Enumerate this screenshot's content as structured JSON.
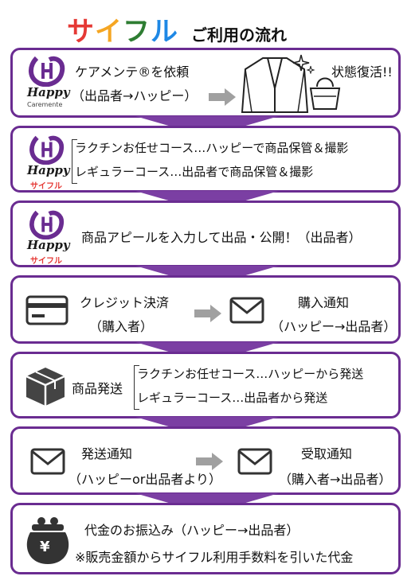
{
  "title": {
    "brand_chars": [
      "サ",
      "イ",
      "フ",
      "ル"
    ],
    "subtitle": "ご利用の流れ"
  },
  "logo": {
    "happy": "Happy",
    "saifuru": "サイフル",
    "caremente": "Caremente"
  },
  "step1": {
    "line1": "ケアメンテ®を依頼",
    "line2": "（出品者→ハッピー）",
    "result": "状態復活!!"
  },
  "step2": {
    "line1": "ラクチンお任せコース…ハッピーで商品保管＆撮影",
    "line2": "レギュラーコース…出品者で商品保管＆撮影"
  },
  "step3": {
    "text": "商品アピールを入力して出品・公開！（出品者）"
  },
  "step4": {
    "left1": "クレジット決済",
    "left2": "（購入者）",
    "right1": "購入通知",
    "right2": "（ハッピー→出品者）"
  },
  "step5": {
    "label": "商品発送",
    "line1": "ラクチンお任せコース…ハッピーから発送",
    "line2": "レギュラーコース…出品者から発送"
  },
  "step6": {
    "left1": "発送通知",
    "left2": "（ハッピーor出品者より）",
    "right1": "受取通知",
    "right2": "（購入者→出品者）"
  },
  "step7": {
    "line1": "代金のお振込み（ハッピー→出品者）",
    "line2": "※販売金額からサイフル利用手数料を引いた代金",
    "yen": "¥"
  },
  "colors": {
    "frame": "#6a2c91",
    "arrow": "#7b3fa3",
    "gray_arrow": "#a0a0a0"
  }
}
